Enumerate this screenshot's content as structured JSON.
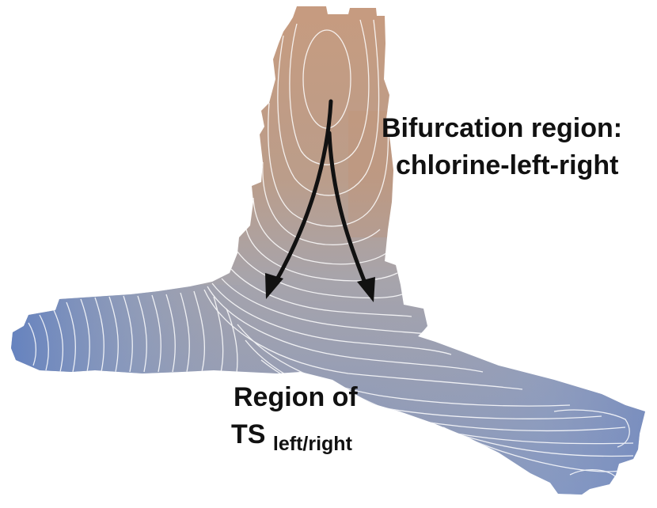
{
  "labels": {
    "bifurcation_line1": "Bifurcation region:",
    "bifurcation_line2": "chlorine-left-right",
    "ts_line1": "Region of",
    "ts_main": "TS",
    "ts_subscript": "left/right"
  },
  "colors": {
    "surface_top": "#c49a80",
    "surface_mid": "#a8a4a8",
    "surface_bottom": "#7e94c0",
    "surface_left_edge": "#5e7ec0",
    "contour": "#ffffff",
    "arrow": "#111111",
    "text": "#111111"
  }
}
